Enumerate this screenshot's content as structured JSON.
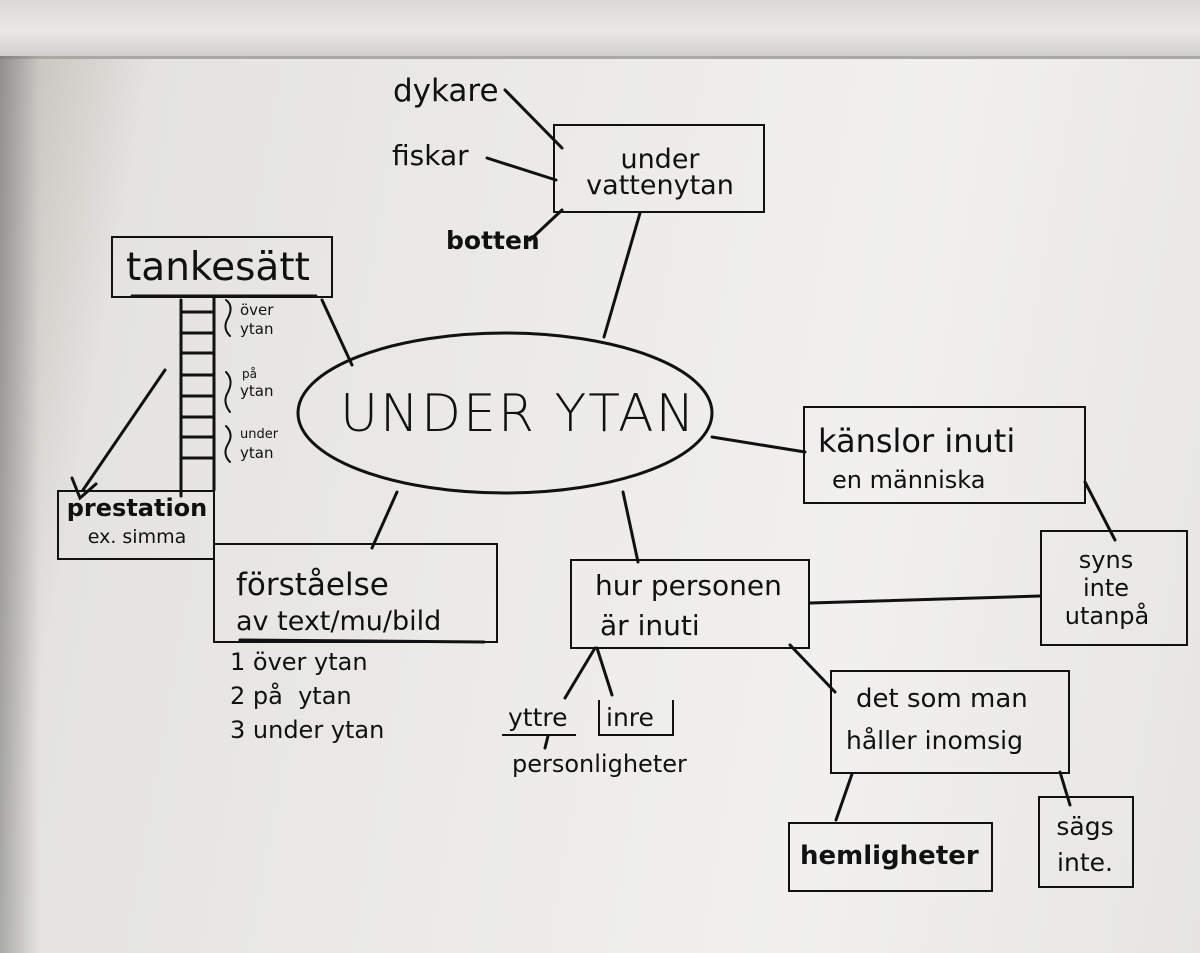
{
  "center": "UNDER YTAN",
  "nodes": {
    "under_vattenytan": [
      "under",
      "vattenytan"
    ],
    "dykare": "dykare",
    "fiskar": "fiskar",
    "botten": "botten",
    "tankesatt": "tankesätt",
    "ladder_labels": {
      "over": [
        "över",
        "ytan"
      ],
      "pa": [
        "på",
        "ytan"
      ],
      "under": [
        "under",
        "ytan"
      ]
    },
    "prestation": [
      "prestation",
      "ex. simma"
    ],
    "forstaelse": [
      "förståelse",
      "av text/mu/bild"
    ],
    "forstaelse_list": [
      "1 över ytan",
      "2 på  ytan",
      "3 under ytan"
    ],
    "kanslor": [
      "känslor inuti",
      "en människa"
    ],
    "syns_inte": [
      "syns",
      "inte",
      "utanpå"
    ],
    "hur_personen": [
      "hur personen",
      "är inuti"
    ],
    "yttre": "yttre",
    "inre": "inre",
    "personligheter": "personligheter",
    "det_som": [
      "det som man",
      "håller inomsig"
    ],
    "hemligheter": "hemligheter",
    "sags_inte": [
      "sägs",
      "inte."
    ]
  }
}
